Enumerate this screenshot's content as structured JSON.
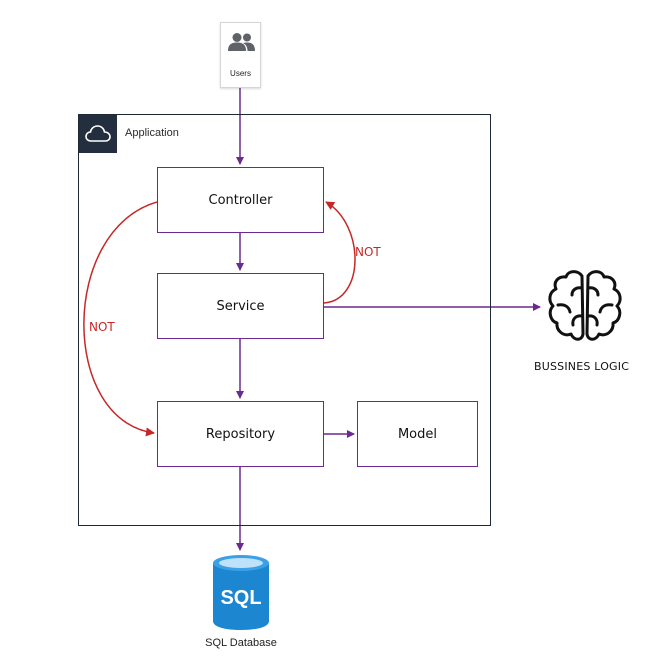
{
  "users": {
    "label": "Users",
    "icon": "users-icon"
  },
  "application": {
    "title": "Application",
    "icon": "cloud-icon"
  },
  "nodes": {
    "controller": "Controller",
    "service": "Service",
    "repository": "Repository",
    "model": "Model"
  },
  "annotations": {
    "not_left": "NOT",
    "not_right": "NOT"
  },
  "business_logic": {
    "label": "BUSSINES LOGIC",
    "icon": "brain-icon"
  },
  "database": {
    "label": "SQL Database",
    "badge": "SQL",
    "icon": "sql-database-icon"
  },
  "colors": {
    "flow": "#6a2a8f",
    "forbidden": "#c62828",
    "frame": "#1f2a36",
    "database": "#1d86d0"
  }
}
